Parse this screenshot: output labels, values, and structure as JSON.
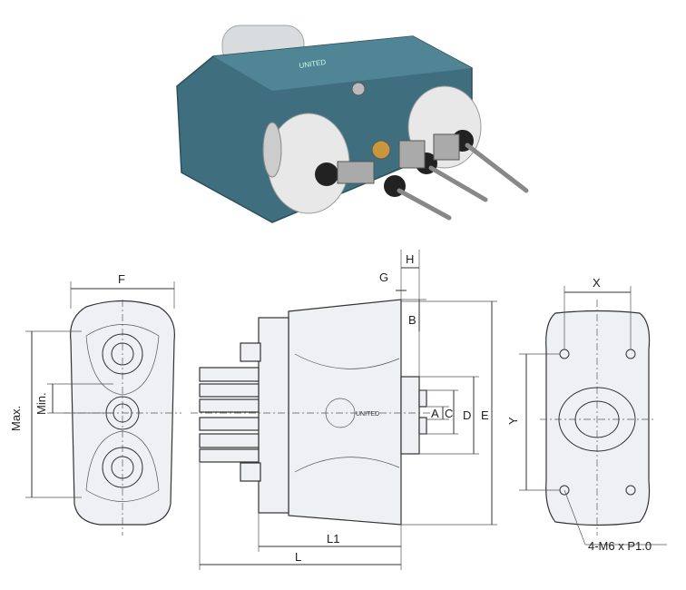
{
  "drawing": {
    "front_view": {
      "width_label": "F",
      "max_label": "Max.",
      "min_label": "Min."
    },
    "side_view": {
      "labels": {
        "G": "G",
        "H": "H",
        "B": "B",
        "A": "A",
        "C": "C",
        "D": "D",
        "E": "E",
        "L1": "L1",
        "L": "L"
      },
      "logo_text": "UNITED"
    },
    "rear_view": {
      "x_label": "X",
      "y_label": "Y",
      "hole_callout": "4-M6 x P1.0"
    }
  },
  "photo": {
    "logo_text": "UNITED",
    "body_color": "#3f6f7f",
    "roller_color": "#e8e8e8"
  }
}
